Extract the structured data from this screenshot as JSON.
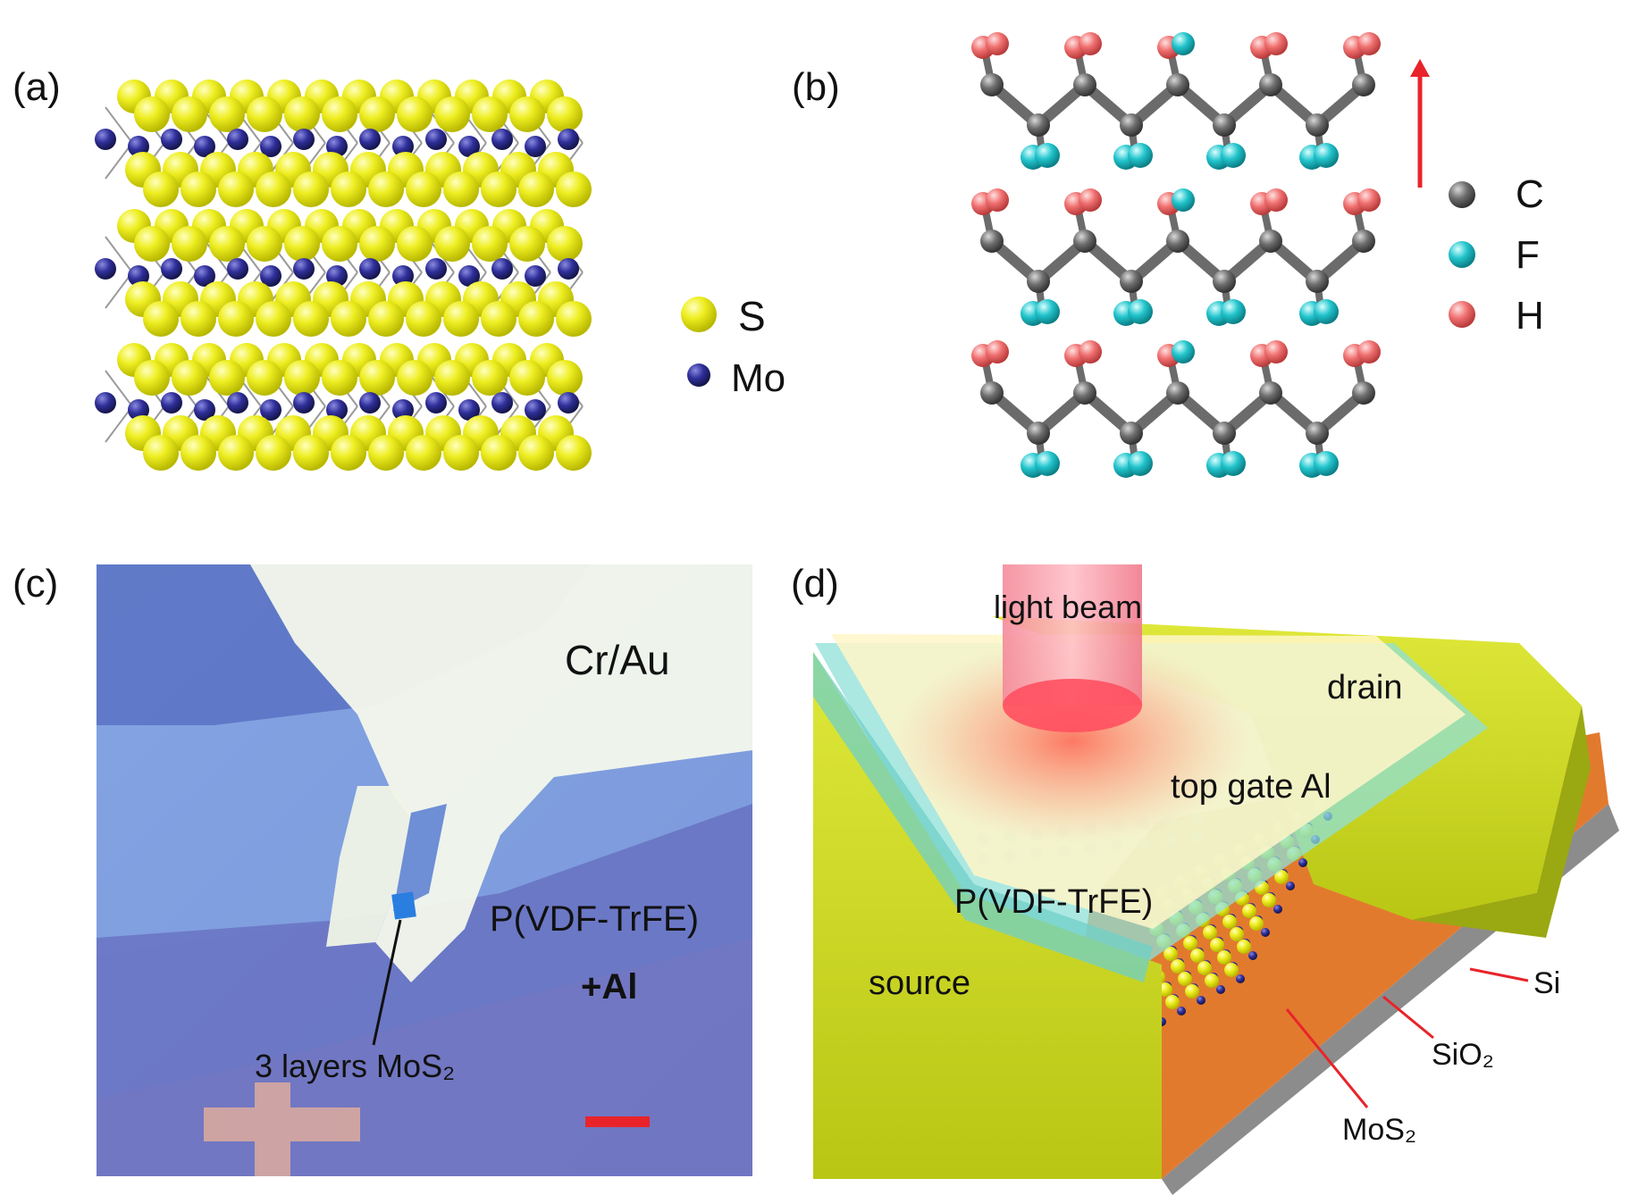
{
  "panels": {
    "a": {
      "label": "(a)",
      "legend": {
        "s": "S",
        "mo": "Mo"
      }
    },
    "b": {
      "label": "(b)",
      "legend": {
        "c": "C",
        "f": "F",
        "h": "H"
      }
    },
    "c": {
      "label": "(c)",
      "electrode": "Cr/Au",
      "polymer_line1": "P(VDF-TrFE)",
      "polymer_line2": "+Al",
      "flake": "3 layers MoS₂"
    },
    "d": {
      "label": "(d)",
      "light": "light beam",
      "drain": "drain",
      "top_gate": "top gate Al",
      "polymer": "P(VDF-TrFE)",
      "source": "source",
      "si": "Si",
      "sio2": "SiO₂",
      "mos2": "MoS₂"
    }
  },
  "colors": {
    "sulfur": "#e8e619",
    "molybdenum": "#2f2f9a",
    "carbon": "#6b6b6b",
    "fluorine": "#24c3c9",
    "hydrogen": "#f07a7a",
    "arrow": "#e8242a",
    "scale_bar": "#e8242a",
    "electrode_yellow": "#c7d61a",
    "sio2_orange": "#e27a2e"
  }
}
